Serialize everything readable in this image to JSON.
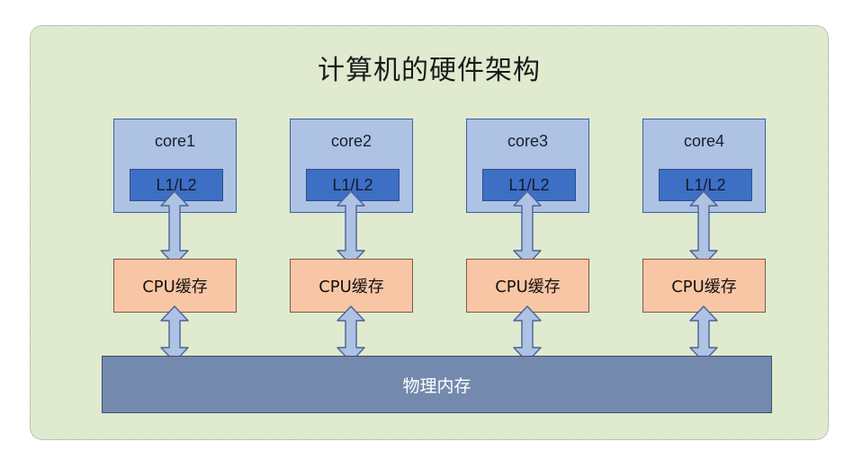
{
  "diagram": {
    "title": "计算机的硬件架构",
    "background_color": "#dfeacf",
    "border_color": "#9a9a9a",
    "cores": [
      {
        "label": "core1",
        "cache_label": "L1/L2"
      },
      {
        "label": "core2",
        "cache_label": "L1/L2"
      },
      {
        "label": "core3",
        "cache_label": "L1/L2"
      },
      {
        "label": "core4",
        "cache_label": "L1/L2"
      }
    ],
    "cpu_caches": [
      {
        "label": "CPU缓存"
      },
      {
        "label": "CPU缓存"
      },
      {
        "label": "CPU缓存"
      },
      {
        "label": "CPU缓存"
      }
    ],
    "memory": {
      "label": "物理内存"
    },
    "colors": {
      "core_fill": "#aec2e3",
      "core_border": "#3f5ea0",
      "l1l2_fill": "#3d6fc4",
      "l1l2_border": "#2e4f8e",
      "cpu_cache_fill": "#f9c6a5",
      "cpu_cache_border": "#7a5a4a",
      "memory_fill": "#7489ae",
      "memory_border": "#3c4f6e",
      "memory_text": "#ffffff",
      "arrow_fill": "#aec2e3",
      "arrow_border": "#4a6398"
    },
    "arrows": {
      "core_to_cache_count": 4,
      "cache_to_memory_count": 4,
      "style": "double-headed-vertical"
    }
  }
}
